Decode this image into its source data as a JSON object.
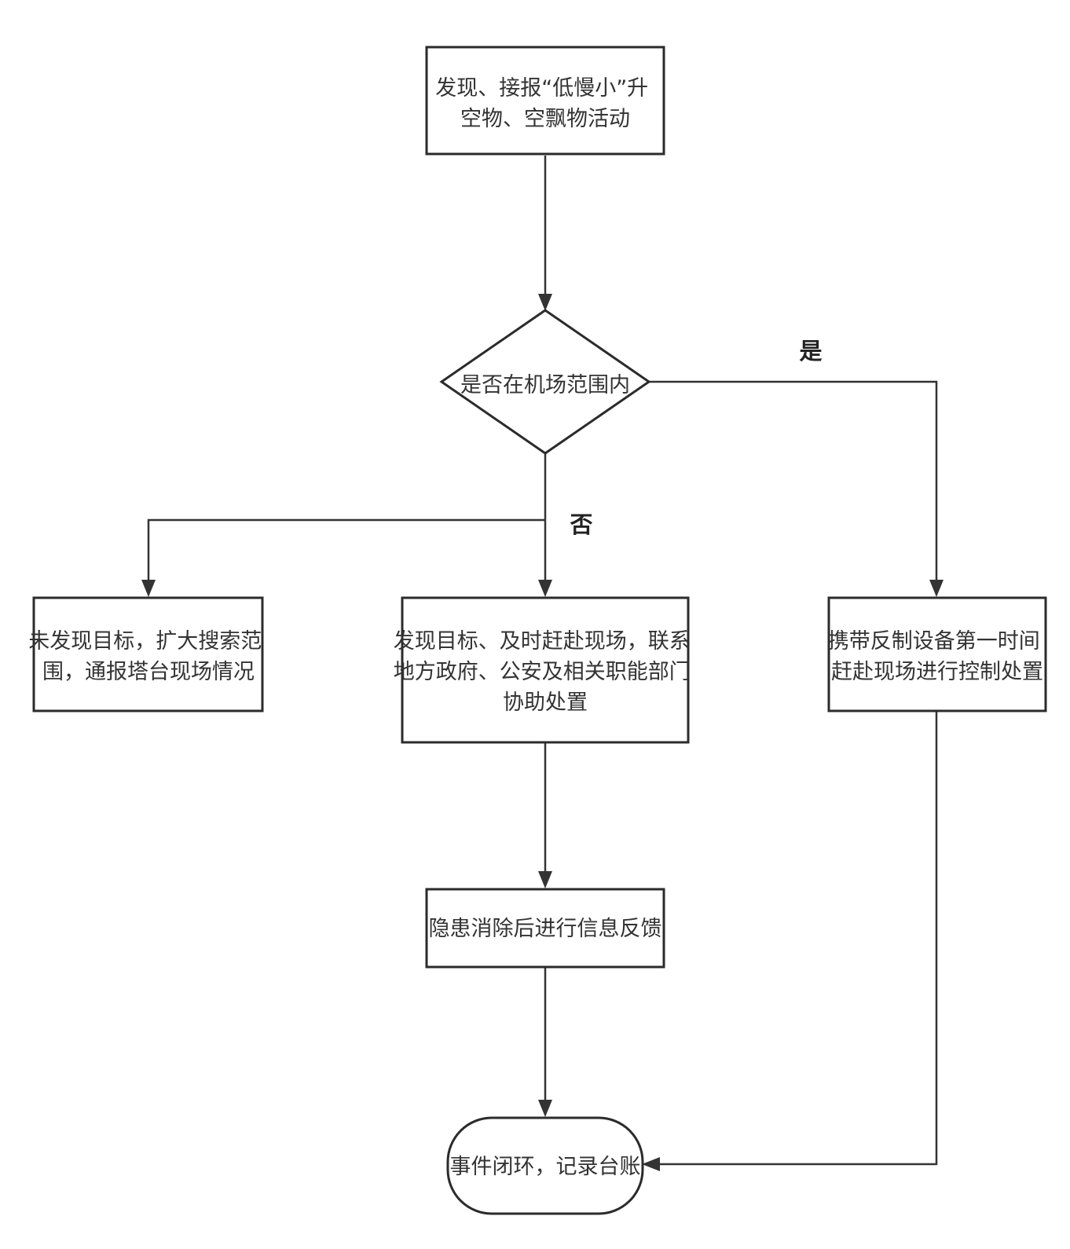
{
  "nodes": {
    "start": {
      "lines": [
        "发现、接报“低慢小”升",
        "空物、空飘物活动"
      ]
    },
    "decision": {
      "lines": [
        "是否在机场范围内"
      ]
    },
    "not_found": {
      "lines": [
        "未发现目标，扩大搜索范",
        "围，通报塔台现场情况"
      ]
    },
    "found": {
      "lines": [
        "发现目标、及时赶赴现场，联系",
        "地方政府、公安及相关职能部门",
        "协助处置"
      ]
    },
    "countermeasure": {
      "lines": [
        "携带反制设备第一时间",
        "赶赴现场进行控制处置"
      ]
    },
    "feedback": {
      "lines": [
        "隐患消除后进行信息反馈"
      ]
    },
    "end": {
      "lines": [
        "事件闭环，记录台账"
      ]
    }
  },
  "edge_labels": {
    "yes": "是",
    "no": "否"
  }
}
